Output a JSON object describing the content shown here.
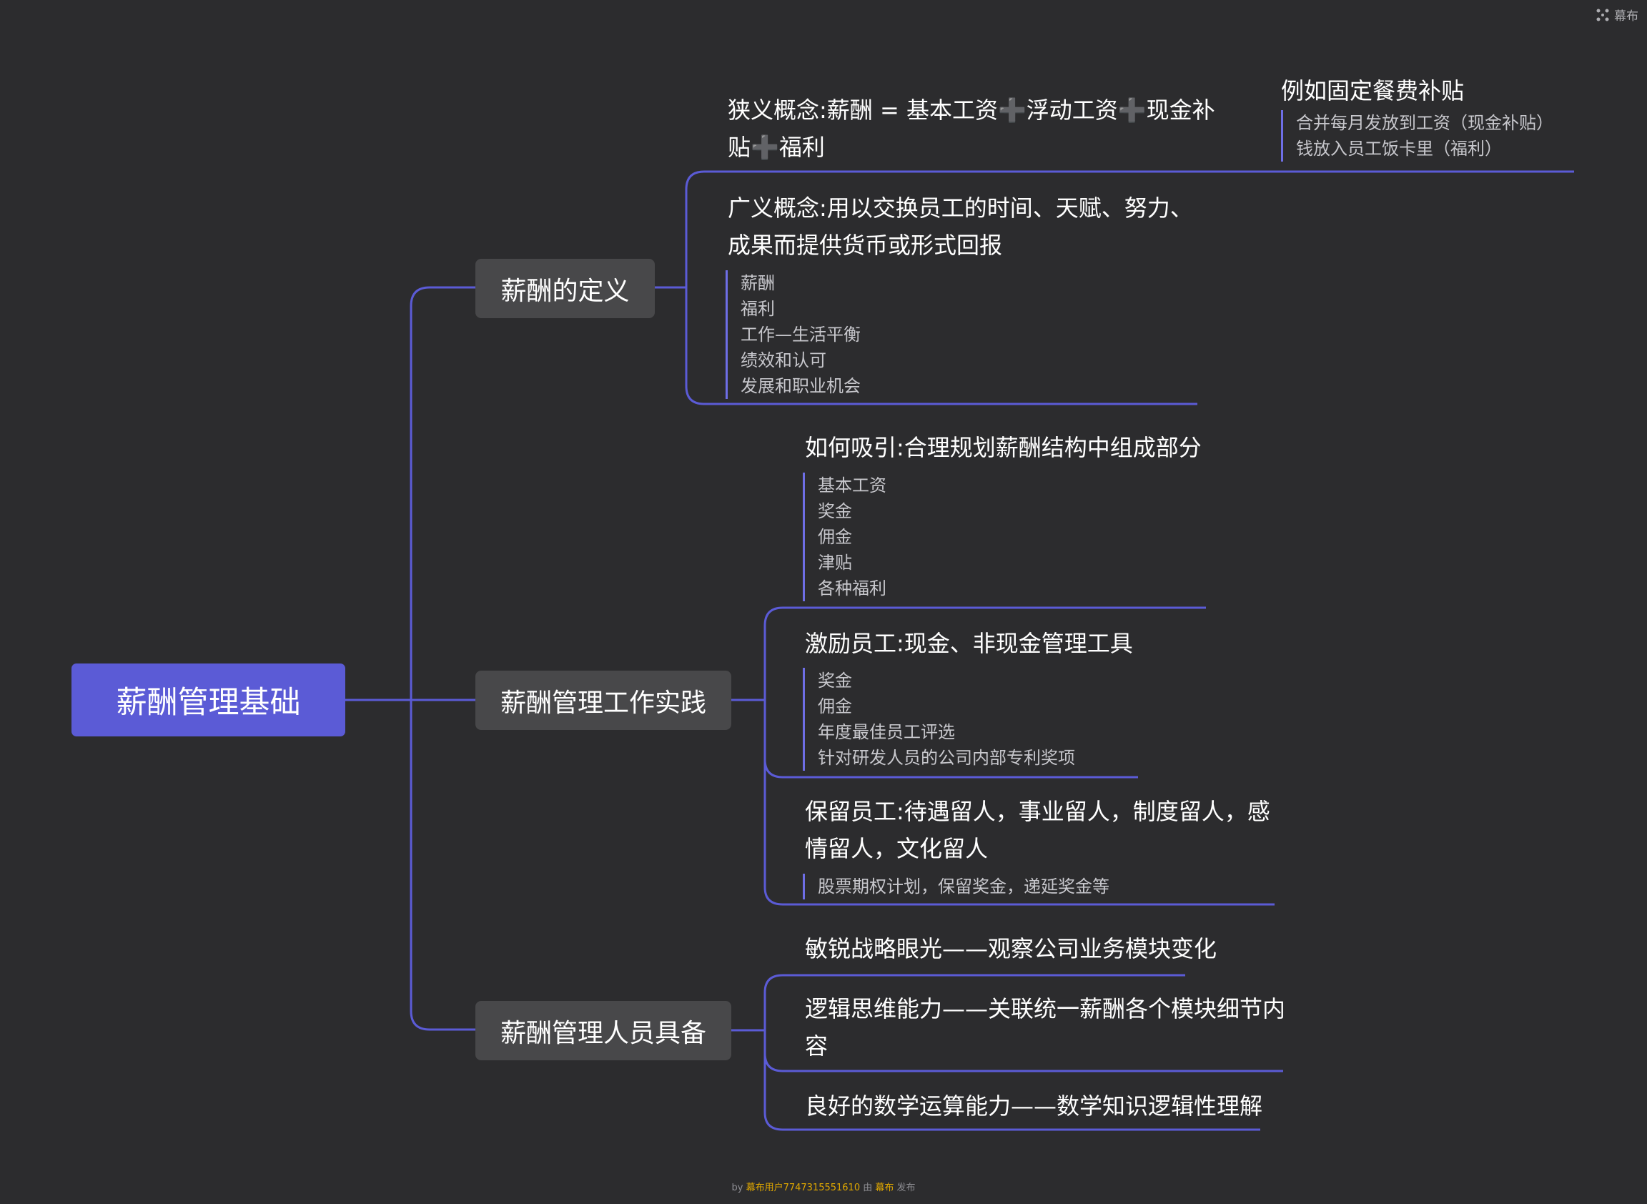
{
  "brand": {
    "name": "幕布"
  },
  "root": {
    "label": "薪酬管理基础"
  },
  "branches": [
    {
      "label": "薪酬的定义",
      "topics": [
        {
          "parts": [
            "狭义概念:薪酬 = 基本工资",
            "➕",
            "浮动工资",
            "➕",
            "现金补",
            "贴",
            "➕",
            "福利"
          ]
        },
        {
          "line1": "广义概念:用以交换员工的时间、天赋、努力、",
          "line2": "成果而提供货币或形式回报",
          "items": [
            "薪酬",
            "福利",
            "工作—生活平衡",
            "绩效和认可",
            "发展和职业机会"
          ]
        }
      ],
      "note": {
        "title": "例如固定餐费补贴",
        "items": [
          "合并每月发放到工资（现金补贴）",
          "钱放入员工饭卡里（福利）"
        ]
      }
    },
    {
      "label": "薪酬管理工作实践",
      "topics": [
        {
          "line1": "如何吸引:合理规划薪酬结构中组成部分",
          "items": [
            "基本工资",
            "奖金",
            "佣金",
            "津贴",
            "各种福利"
          ]
        },
        {
          "line1": "激励员工:现金、非现金管理工具",
          "items": [
            "奖金",
            "佣金",
            "年度最佳员工评选",
            "针对研发人员的公司内部专利奖项"
          ]
        },
        {
          "line1": "保留员工:待遇留人，事业留人，制度留人，感",
          "line2": "情留人，文化留人",
          "items": [
            "股票期权计划，保留奖金，递延奖金等"
          ]
        }
      ]
    },
    {
      "label": "薪酬管理人员具备",
      "topics": [
        {
          "line1": "敏锐战略眼光——观察公司业务模块变化"
        },
        {
          "line1": "逻辑思维能力——关联统一薪酬各个模块细节内",
          "line2": "容"
        },
        {
          "line1": "良好的数学运算能力——数学知识逻辑性理解"
        }
      ]
    }
  ],
  "footer": {
    "prefix": "by ",
    "user": "幕布用户7747315551610",
    "mid": " 由 ",
    "app": "幕布",
    "suffix": " 发布"
  },
  "colors": {
    "background": "#2c2c2e",
    "root_fill": "#5b5bd6",
    "branch_fill": "#48484a",
    "connector": "#5b5bd6",
    "sub_text": "#c7c7cc"
  }
}
